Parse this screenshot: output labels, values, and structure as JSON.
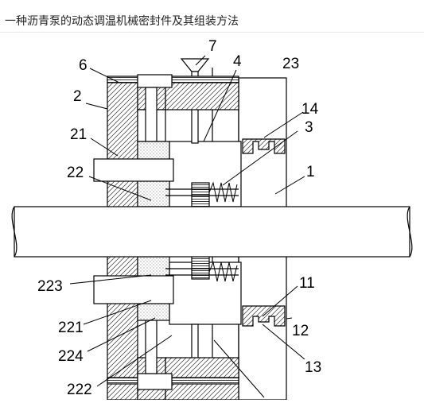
{
  "document": {
    "title": "一种沥青泵的动态调温机械密封件及其组装方法"
  },
  "figure": {
    "labels": {
      "l6": "6",
      "l7": "7",
      "l4": "4",
      "l23": "23",
      "l2": "2",
      "l14": "14",
      "l3": "3",
      "l21": "21",
      "l22": "22",
      "l1": "1",
      "l223": "223",
      "l11": "11",
      "l221": "221",
      "l12": "12",
      "l224": "224",
      "l13": "13",
      "l222": "222"
    }
  }
}
